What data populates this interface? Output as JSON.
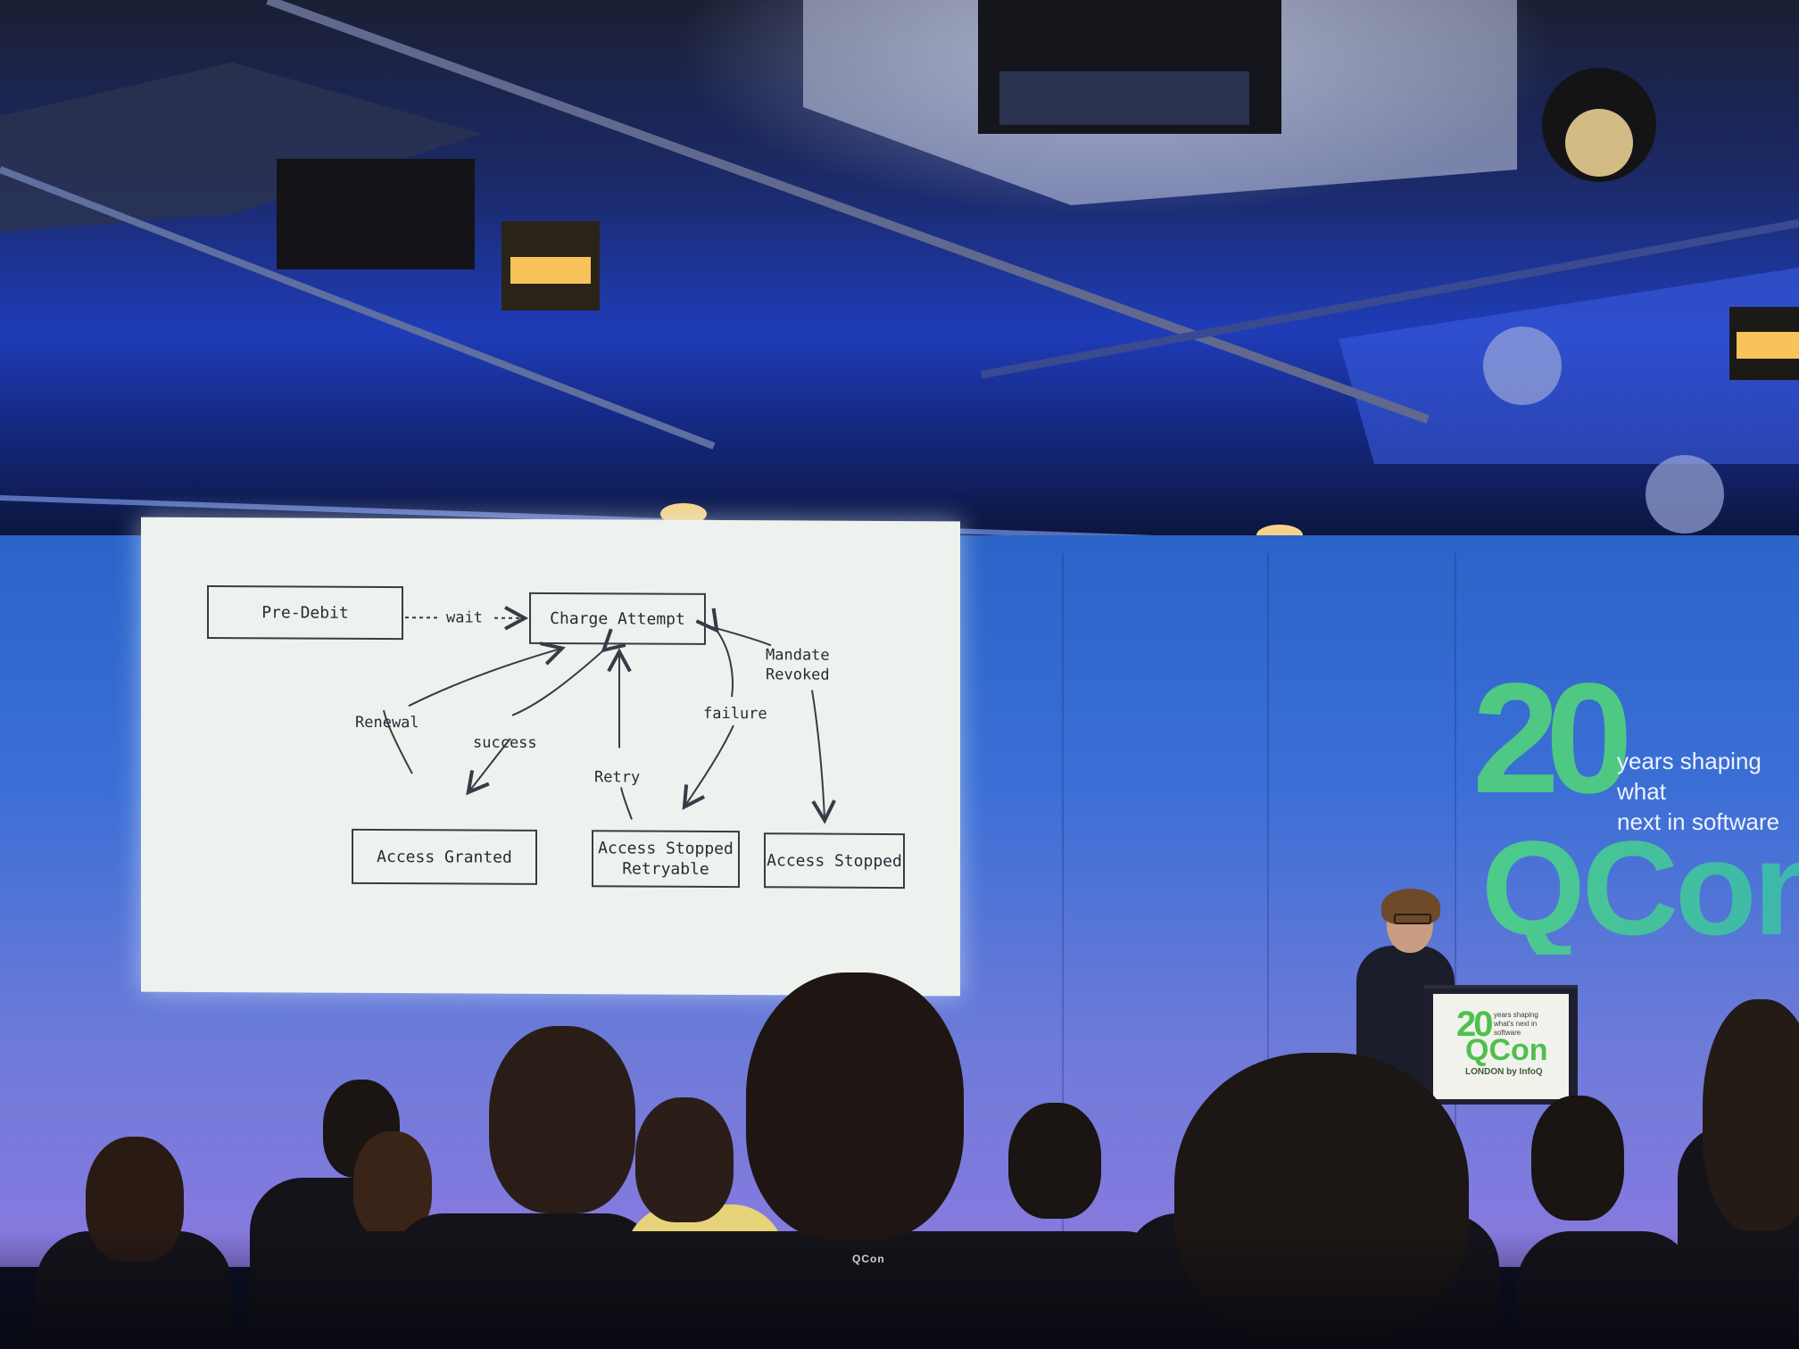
{
  "slide": {
    "boxes": {
      "pre_debit": "Pre-Debit",
      "charge_attempt": "Charge Attempt",
      "access_granted": "Access Granted",
      "access_stopped_retryable": "Access Stopped\nRetryable",
      "access_stopped": "Access Stopped"
    },
    "labels": {
      "wait": "wait",
      "renewal": "Renewal",
      "success": "success",
      "retry": "Retry",
      "failure": "failure",
      "mandate_revoked": "Mandate\nRevoked"
    }
  },
  "branding": {
    "number": "20",
    "tagline": "years shaping what\nnext in software",
    "name": "QCon"
  },
  "podium": {
    "number": "20",
    "small_text": "years shaping what's next in software",
    "name": "QCon",
    "subtitle": "LONDON by InfoQ"
  },
  "lanyard": "QCon"
}
